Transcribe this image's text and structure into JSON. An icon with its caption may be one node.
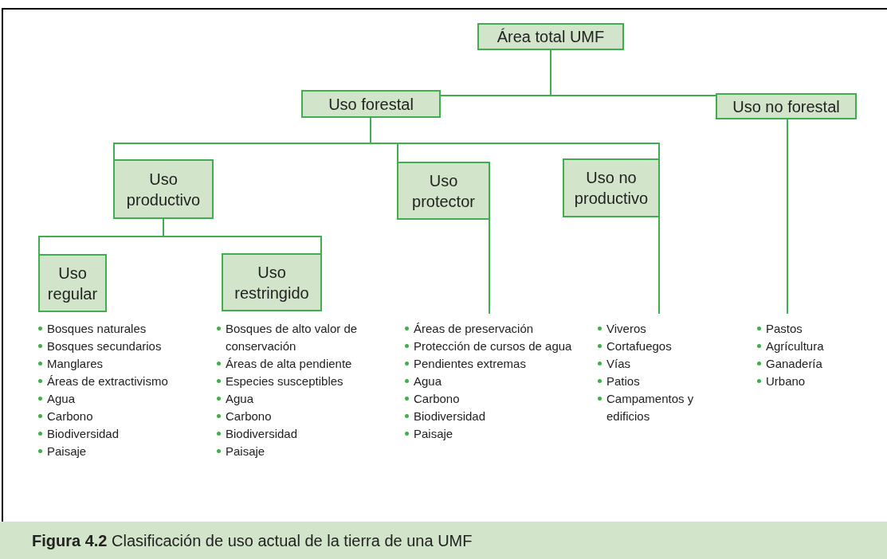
{
  "diagram": {
    "caption": "**Figura 4.2** Clasificación de uso actual de la tierra de una UMF",
    "nodes": [
      {
        "text": [
          "Área total UMF"
        ]
      },
      {
        "text": [
          "Uso forestal"
        ]
      },
      {
        "text": [
          "Uso no forestal"
        ]
      },
      {
        "text": [
          "Uso productivo"
        ]
      },
      {
        "text": [
          "Uso protector"
        ]
      },
      {
        "text": [
          "Uso no productivo"
        ]
      },
      {
        "text": [
          "Uso regular"
        ]
      },
      {
        "text": [
          "Uso restringido"
        ]
      },
      {
        "text": [
          "Bosques naturales",
          "Bosques secundarios",
          "Manglares",
          "Áreas de extractivismo",
          "Agua",
          "Carbono",
          "Biodiversidad",
          "Paisaje"
        ]
      },
      {
        "text": [
          "Bosques de alto valor de conservación",
          "Áreas de alta pendiente",
          "Especies susceptibles",
          "Agua",
          "Carbono",
          "Biodiversidad",
          "Paisaje"
        ]
      },
      {
        "text": [
          "Áreas de preservación",
          "Protección de cursos de agua",
          "Pendientes extremas",
          "Agua",
          "Carbono",
          "Biodiversidad",
          "Paisaje"
        ]
      },
      {
        "text": [
          "Viveros",
          "Cortafuegos",
          "Vías",
          "Patios",
          "Campamentos y edificios"
        ]
      },
      {
        "text": [
          "Pastos",
          "Agrícultura",
          "Ganadería",
          "Urbano"
        ]
      }
    ],
    "edges": [
      {
        "from": 0,
        "to": 1,
        "arrow": "none"
      },
      {
        "from": 0,
        "to": 2,
        "arrow": "none"
      },
      {
        "from": 1,
        "to": 3,
        "arrow": "none"
      },
      {
        "from": 1,
        "to": 4,
        "arrow": "none"
      },
      {
        "from": 1,
        "to": 5,
        "arrow": "none"
      },
      {
        "from": 3,
        "to": 6,
        "arrow": "none"
      },
      {
        "from": 3,
        "to": 7,
        "arrow": "none"
      },
      {
        "from": 4,
        "to": 10,
        "arrow": "none"
      },
      {
        "from": 5,
        "to": 11,
        "arrow": "none"
      },
      {
        "from": 2,
        "to": 12,
        "arrow": "none"
      }
    ]
  }
}
